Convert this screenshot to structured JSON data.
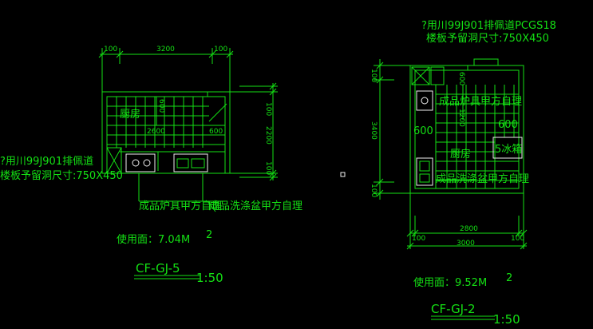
{
  "left": {
    "dims": {
      "top_a": "100",
      "top_b": "3200",
      "top_c": "100",
      "right_a": "100",
      "right_b": "2200",
      "right_c": "100",
      "inner_600v": "600",
      "inner_2600": "2600",
      "inner_600h": "600"
    },
    "room_label": "厨房",
    "flue_note_1": "?用川99J901排佩道",
    "flue_note_2": "楼板予留洞尺寸:750X450",
    "stove_note": "成品炉具甲方自理",
    "sink_note": "成品洗涤盆甲方自理",
    "area_text": "使用面：7.04M",
    "area_sup": "2",
    "plan_code": "CF-GJ-5",
    "scale": "1:50"
  },
  "right": {
    "dims": {
      "left_a": "100",
      "left_b": "3400",
      "left_c": "100",
      "inner_600v": "600",
      "inner_1200": "1200",
      "inner_600a": "600",
      "inner_600b": "600",
      "bottom_inner": "2800",
      "bottom_a": "100",
      "bottom_b": "3000",
      "bottom_c": "100"
    },
    "room_label": "厨房",
    "fridge_label": "5冰箱",
    "flue_note_1": "?用川99J901排佩道PCGS18",
    "flue_note_2": "楼板予留洞尺寸:750X450",
    "stove_note": "成品炉具甲方自理",
    "sink_note": "成品洗涤盆甲方自理",
    "area_text": "使用面：9.52M",
    "area_sup": "2",
    "plan_code": "CF-GJ-2",
    "scale": "1:50"
  }
}
